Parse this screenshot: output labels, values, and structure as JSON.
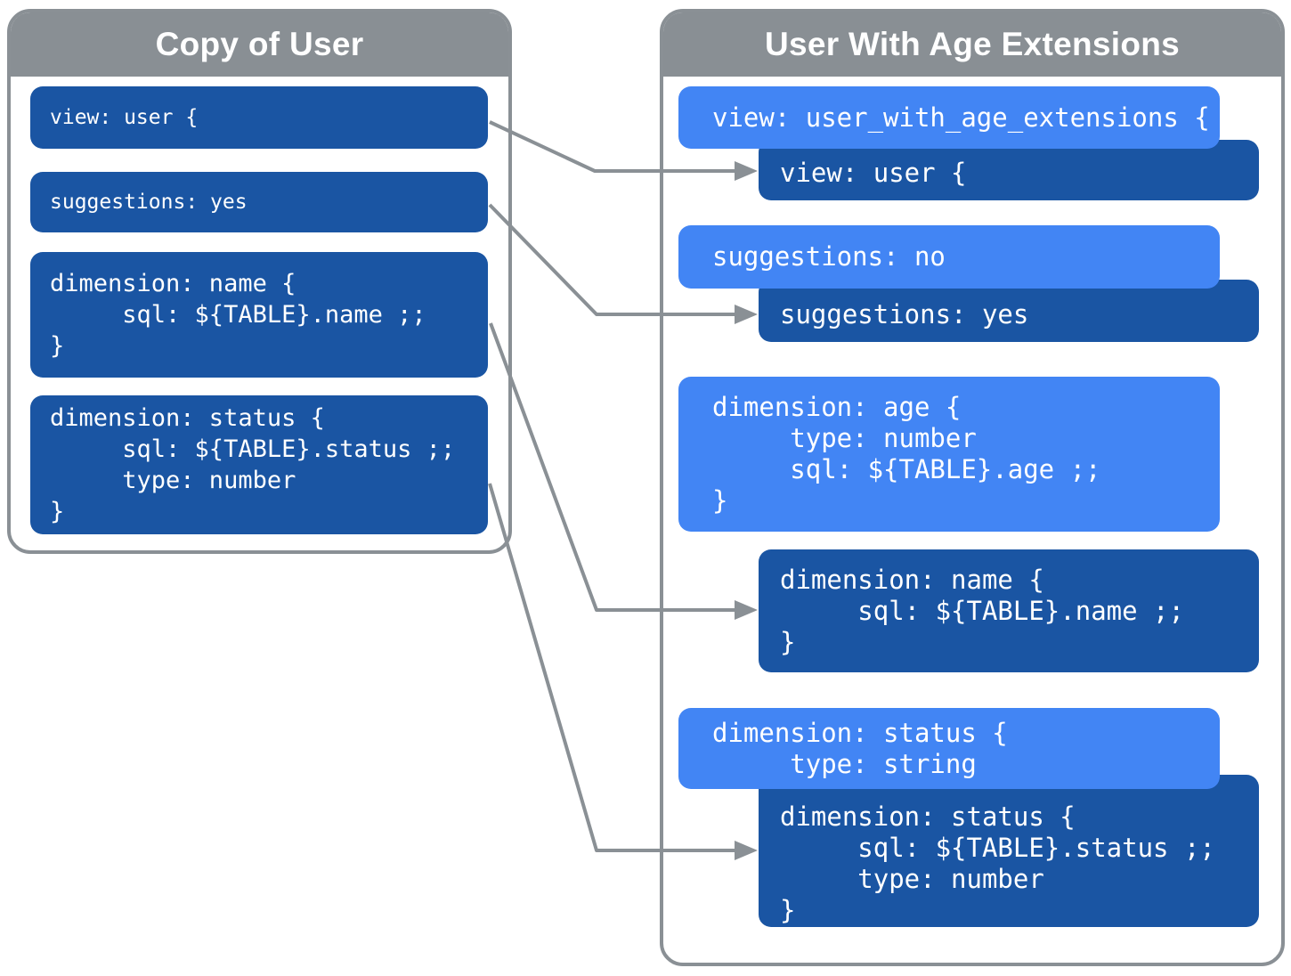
{
  "colors": {
    "light_blue": "#4285F4",
    "dark_blue": "#1A55A3",
    "gray": "#8A9095",
    "header_gray": "#898F94",
    "text": "#FFFFFF"
  },
  "left_panel": {
    "title": "Copy of User",
    "blocks": {
      "view": "view: user {",
      "suggestions": "suggestions: yes",
      "dimension_name": "dimension: name {\n     sql: ${TABLE}.name ;;\n}",
      "dimension_status": "dimension: status {\n     sql: ${TABLE}.status ;;\n     type: number\n}"
    }
  },
  "right_panel": {
    "title": "User With Age Extensions",
    "blocks": {
      "extension_view": "view: user_with_age_extensions {",
      "base_view": "view: user {",
      "extension_suggestions": "suggestions: no",
      "base_suggestions": "suggestions: yes",
      "extension_age": "dimension: age {\n     type: number\n     sql: ${TABLE}.age ;;\n}",
      "base_name": "dimension: name {\n     sql: ${TABLE}.name ;;\n}",
      "extension_status": "dimension: status {\n     type: string",
      "base_status": "dimension: status {\n     sql: ${TABLE}.status ;;\n     type: number\n}"
    }
  },
  "connections": [
    {
      "from": "left.view",
      "to": "right.base_view"
    },
    {
      "from": "left.suggestions",
      "to": "right.base_suggestions"
    },
    {
      "from": "left.dimension_name",
      "to": "right.base_name"
    },
    {
      "from": "left.dimension_status",
      "to": "right.base_status"
    }
  ]
}
